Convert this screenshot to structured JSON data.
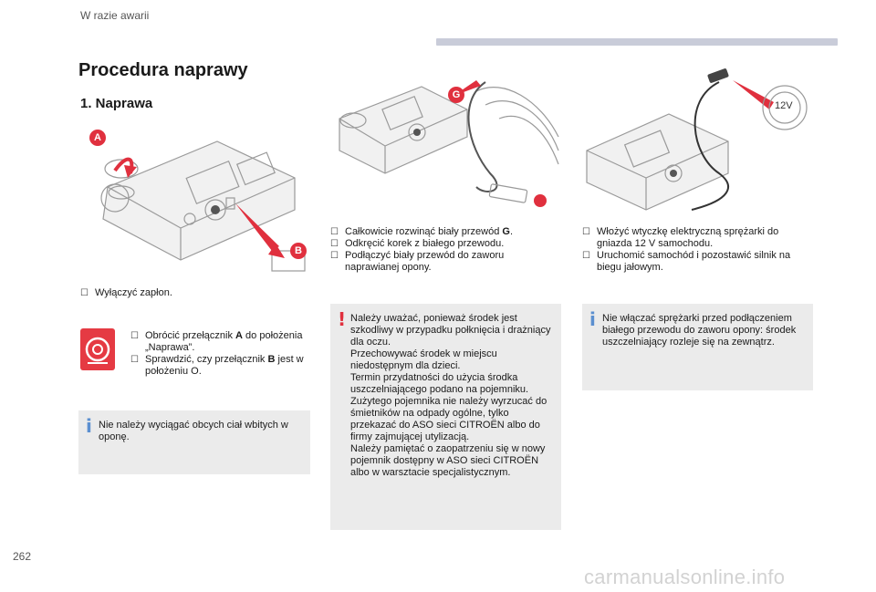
{
  "header": {
    "section_label": "W razie awarii"
  },
  "page_title": "Procedura naprawy",
  "section_title": "1. Naprawa",
  "callouts": {
    "a": "A",
    "b": "B",
    "g": "G",
    "v12": "12V"
  },
  "col1": {
    "step1": "Wyłączyć zapłon.",
    "step2_items": [
      {
        "pre": "Obrócić przełącznik ",
        "bold": "A",
        "post": " do położenia „Naprawa”."
      },
      {
        "pre": "Sprawdzić, czy przełącznik ",
        "bold": "B",
        "post": " jest w położeniu O."
      }
    ],
    "note": "Nie należy wyciągać obcych ciał wbitych w oponę."
  },
  "col2": {
    "items": [
      {
        "pre": "Całkowicie rozwinąć biały przewód ",
        "bold": "G",
        "post": "."
      },
      {
        "pre": "Odkręcić korek z białego przewodu.",
        "bold": "",
        "post": ""
      },
      {
        "pre": "Podłączyć biały przewód do zaworu naprawianej opony.",
        "bold": "",
        "post": ""
      }
    ],
    "warning": "Należy uważać, ponieważ środek jest szkodliwy w przypadku połknięcia i drażniący dla oczu.\nPrzechowywać środek w miejscu niedostępnym dla dzieci.\nTermin przydatności do użycia środka uszczelniającego podano na pojemniku.\nZużytego pojemnika nie należy wyrzucać do śmietników na odpady ogólne, tylko przekazać do ASO sieci CITROËN albo do firmy zajmującej utylizacją.\nNależy pamiętać o zaopatrzeniu się w nowy pojemnik dostępny w ASO sieci CITROËN albo w warsztacie specjalistycznym."
  },
  "col3": {
    "items": [
      {
        "pre": "Włożyć wtyczkę elektryczną sprężarki do gniazda 12 V samochodu.",
        "bold": "",
        "post": ""
      },
      {
        "pre": "Uruchomić samochód i pozostawić silnik na biegu jałowym.",
        "bold": "",
        "post": ""
      }
    ],
    "note": "Nie włączać sprężarki przed podłączeniem białego przewodu do zaworu opony: środek uszczelniający rozleje się na zewnątrz."
  },
  "page_number": "262",
  "watermark": "carmanualsonline.info",
  "colors": {
    "accent_red": "#e0303e",
    "note_bg": "#ebebeb",
    "header_bar": "#c9ccd9",
    "info_blue": "#5b8fd0"
  },
  "icons": {
    "bullet": "check-square-icon",
    "info": "info-icon",
    "warning": "exclamation-icon",
    "mode": "rotary-switch-icon"
  }
}
